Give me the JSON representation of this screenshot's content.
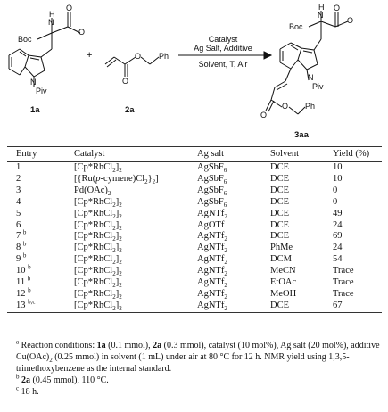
{
  "scheme": {
    "compound_1a": "1a",
    "compound_2a": "2a",
    "compound_3aa": "3aa",
    "boc": "Boc",
    "nh": "N",
    "h": "H",
    "o": "O",
    "n": "N",
    "piv": "Piv",
    "ph": "Ph",
    "plus": "+",
    "conditions_top": [
      "Catalyst",
      "Ag Salt, Additive"
    ],
    "conditions_bottom": "Solvent, T, Air"
  },
  "table": {
    "headers": [
      "Entry",
      "Catalyst",
      "Ag salt",
      "Solvent",
      "Yield (%)"
    ],
    "rows": [
      {
        "entry": "1",
        "sup": "",
        "catalyst": "[Cp*RhCl2]2",
        "salt": "AgSbF6",
        "solvent": "DCE",
        "yield": "10"
      },
      {
        "entry": "2",
        "sup": "",
        "catalyst": "[{Ru(p-cymene)Cl2}2]",
        "salt": "AgSbF6",
        "solvent": "DCE",
        "yield": "10"
      },
      {
        "entry": "3",
        "sup": "",
        "catalyst": "Pd(OAc)2",
        "salt": "AgSbF6",
        "solvent": "DCE",
        "yield": "0"
      },
      {
        "entry": "4",
        "sup": "",
        "catalyst": "[Cp*RhCl2]2",
        "salt": "AgSbF6",
        "solvent": "DCE",
        "yield": "0"
      },
      {
        "entry": "5",
        "sup": "",
        "catalyst": "[Cp*RhCl2]2",
        "salt": "AgNTf2",
        "solvent": "DCE",
        "yield": "49"
      },
      {
        "entry": "6",
        "sup": "",
        "catalyst": "[Cp*RhCl2]2",
        "salt": "AgOTf",
        "solvent": "DCE",
        "yield": "24"
      },
      {
        "entry": "7",
        "sup": "b",
        "catalyst": "[Cp*RhCl2]2",
        "salt": "AgNTf2",
        "solvent": "DCE",
        "yield": "69"
      },
      {
        "entry": "8",
        "sup": "b",
        "catalyst": "[Cp*RhCl2]2",
        "salt": "AgNTf2",
        "solvent": "PhMe",
        "yield": "24"
      },
      {
        "entry": "9",
        "sup": "b",
        "catalyst": "[Cp*RhCl2]2",
        "salt": "AgNTf2",
        "solvent": "DCM",
        "yield": "54"
      },
      {
        "entry": "10",
        "sup": "b",
        "catalyst": "[Cp*RhCl2]2",
        "salt": "AgNTf2",
        "solvent": "MeCN",
        "yield": "Trace"
      },
      {
        "entry": "11",
        "sup": "b",
        "catalyst": "[Cp*RhCl2]2",
        "salt": "AgNTf2",
        "solvent": "EtOAc",
        "yield": "Trace"
      },
      {
        "entry": "12",
        "sup": "b",
        "catalyst": "[Cp*RhCl2]2",
        "salt": "AgNTf2",
        "solvent": "MeOH",
        "yield": "Trace"
      },
      {
        "entry": "13",
        "sup": "b,c",
        "catalyst": "[Cp*RhCl2]2",
        "salt": "AgNTf2",
        "solvent": "DCE",
        "yield": "67"
      }
    ]
  },
  "footnotes": {
    "a": "Reaction conditions: 1a (0.1 mmol), 2a (0.3 mmol), catalyst (10 mol%), Ag salt (20 mol%), additive Cu(OAc)2 (0.25 mmol) in solvent (1 mL) under air at 80 °C for 12 h. NMR yield using 1,3,5-trimethoxybenzene as the internal standard.",
    "b": "2a (0.45 mmol), 110 °C.",
    "c": "18 h."
  }
}
